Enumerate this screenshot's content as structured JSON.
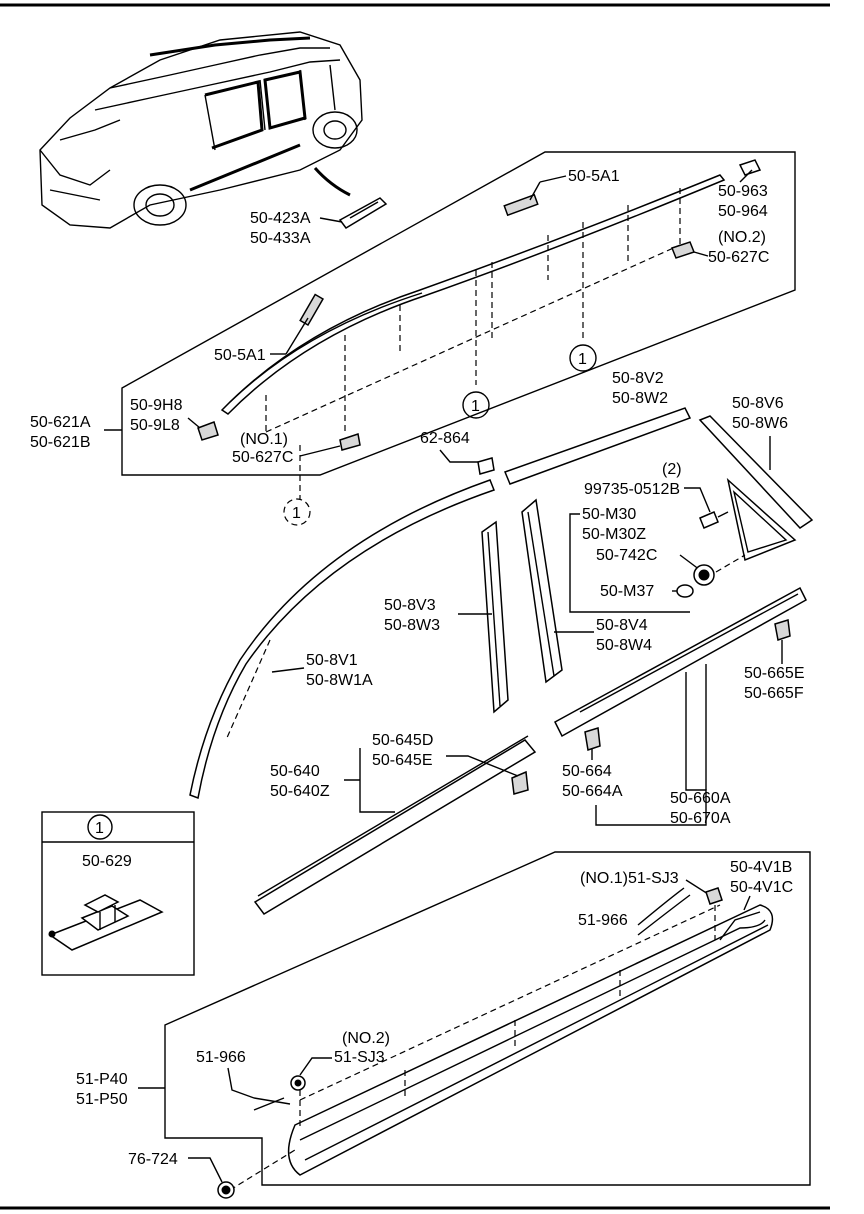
{
  "callouts": {
    "c_50_423A": "50-423A",
    "c_50_433A": "50-433A",
    "c_50_5A1_top": "50-5A1",
    "c_50_963": "50-963",
    "c_50_964": "50-964",
    "c_no2_top": "(NO.2)",
    "c_50_627C_top": "50-627C",
    "c_50_5A1_left": "50-5A1",
    "c_50_621A": "50-621A",
    "c_50_621B": "50-621B",
    "c_50_9H8": "50-9H8",
    "c_50_9L8": "50-9L8",
    "c_no1_left": "(NO.1)",
    "c_50_627C_left": "50-627C",
    "c_62_864": "62-864",
    "c_50_8V2": "50-8V2",
    "c_50_8W2": "50-8W2",
    "c_50_8V6": "50-8V6",
    "c_50_8W6": "50-8W6",
    "c_qty2": "(2)",
    "c_99735": "99735-0512B",
    "c_50_M30": "50-M30",
    "c_50_M30Z": "50-M30Z",
    "c_50_742C": "50-742C",
    "c_50_M37": "50-M37",
    "c_50_8V3": "50-8V3",
    "c_50_8W3": "50-8W3",
    "c_50_8V4": "50-8V4",
    "c_50_8W4": "50-8W4",
    "c_50_8V1": "50-8V1",
    "c_50_8W1A": "50-8W1A",
    "c_50_665E": "50-665E",
    "c_50_665F": "50-665F",
    "c_50_645D": "50-645D",
    "c_50_645E": "50-645E",
    "c_50_640": "50-640",
    "c_50_640Z": "50-640Z",
    "c_50_664": "50-664",
    "c_50_664A": "50-664A",
    "c_50_660A": "50-660A",
    "c_50_670A": "50-670A",
    "c_inset_num": "1",
    "c_50_629": "50-629",
    "c_no1_sj3": "(NO.1)51-SJ3",
    "c_50_4V1B": "50-4V1B",
    "c_50_4V1C": "50-4V1C",
    "c_51_966_right": "51-966",
    "c_no2_bottom": "(NO.2)",
    "c_51_SJ3": "51-SJ3",
    "c_51_966_left": "51-966",
    "c_51_P40": "51-P40",
    "c_51_P50": "51-P50",
    "c_76_724": "76-724",
    "c_ref1_a": "1",
    "c_ref1_b": "1",
    "c_ref1_c": "1"
  }
}
